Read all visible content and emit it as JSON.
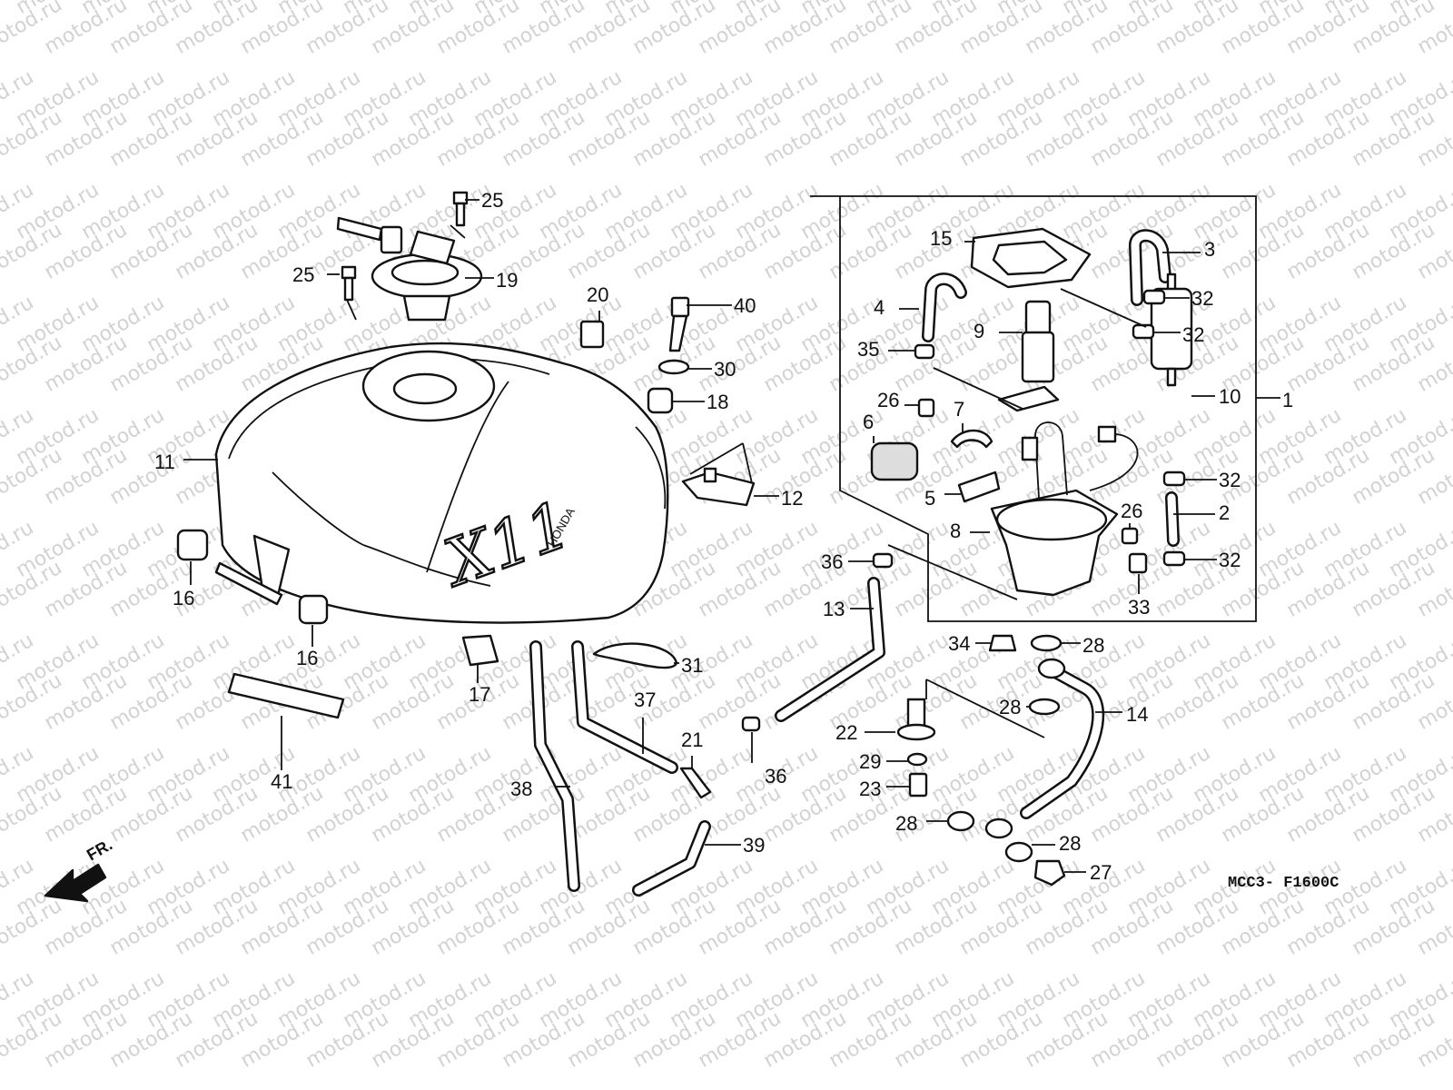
{
  "watermark": "motod.ru",
  "diagram_code": "MCC3- F1600C",
  "front_label": "FR.",
  "tank_logo": "X11",
  "tank_brand": "HONDA",
  "part_labels": [
    "25",
    "25",
    "19",
    "20",
    "40",
    "30",
    "18",
    "11",
    "12",
    "16",
    "16",
    "17",
    "31",
    "37",
    "21",
    "38",
    "39",
    "41",
    "15",
    "3",
    "32",
    "32",
    "4",
    "9",
    "35",
    "10",
    "1",
    "26",
    "7",
    "6",
    "32",
    "2",
    "5",
    "8",
    "26",
    "32",
    "33",
    "36",
    "13",
    "34",
    "28",
    "28",
    "14",
    "22",
    "29",
    "23",
    "36",
    "28",
    "28",
    "27"
  ]
}
